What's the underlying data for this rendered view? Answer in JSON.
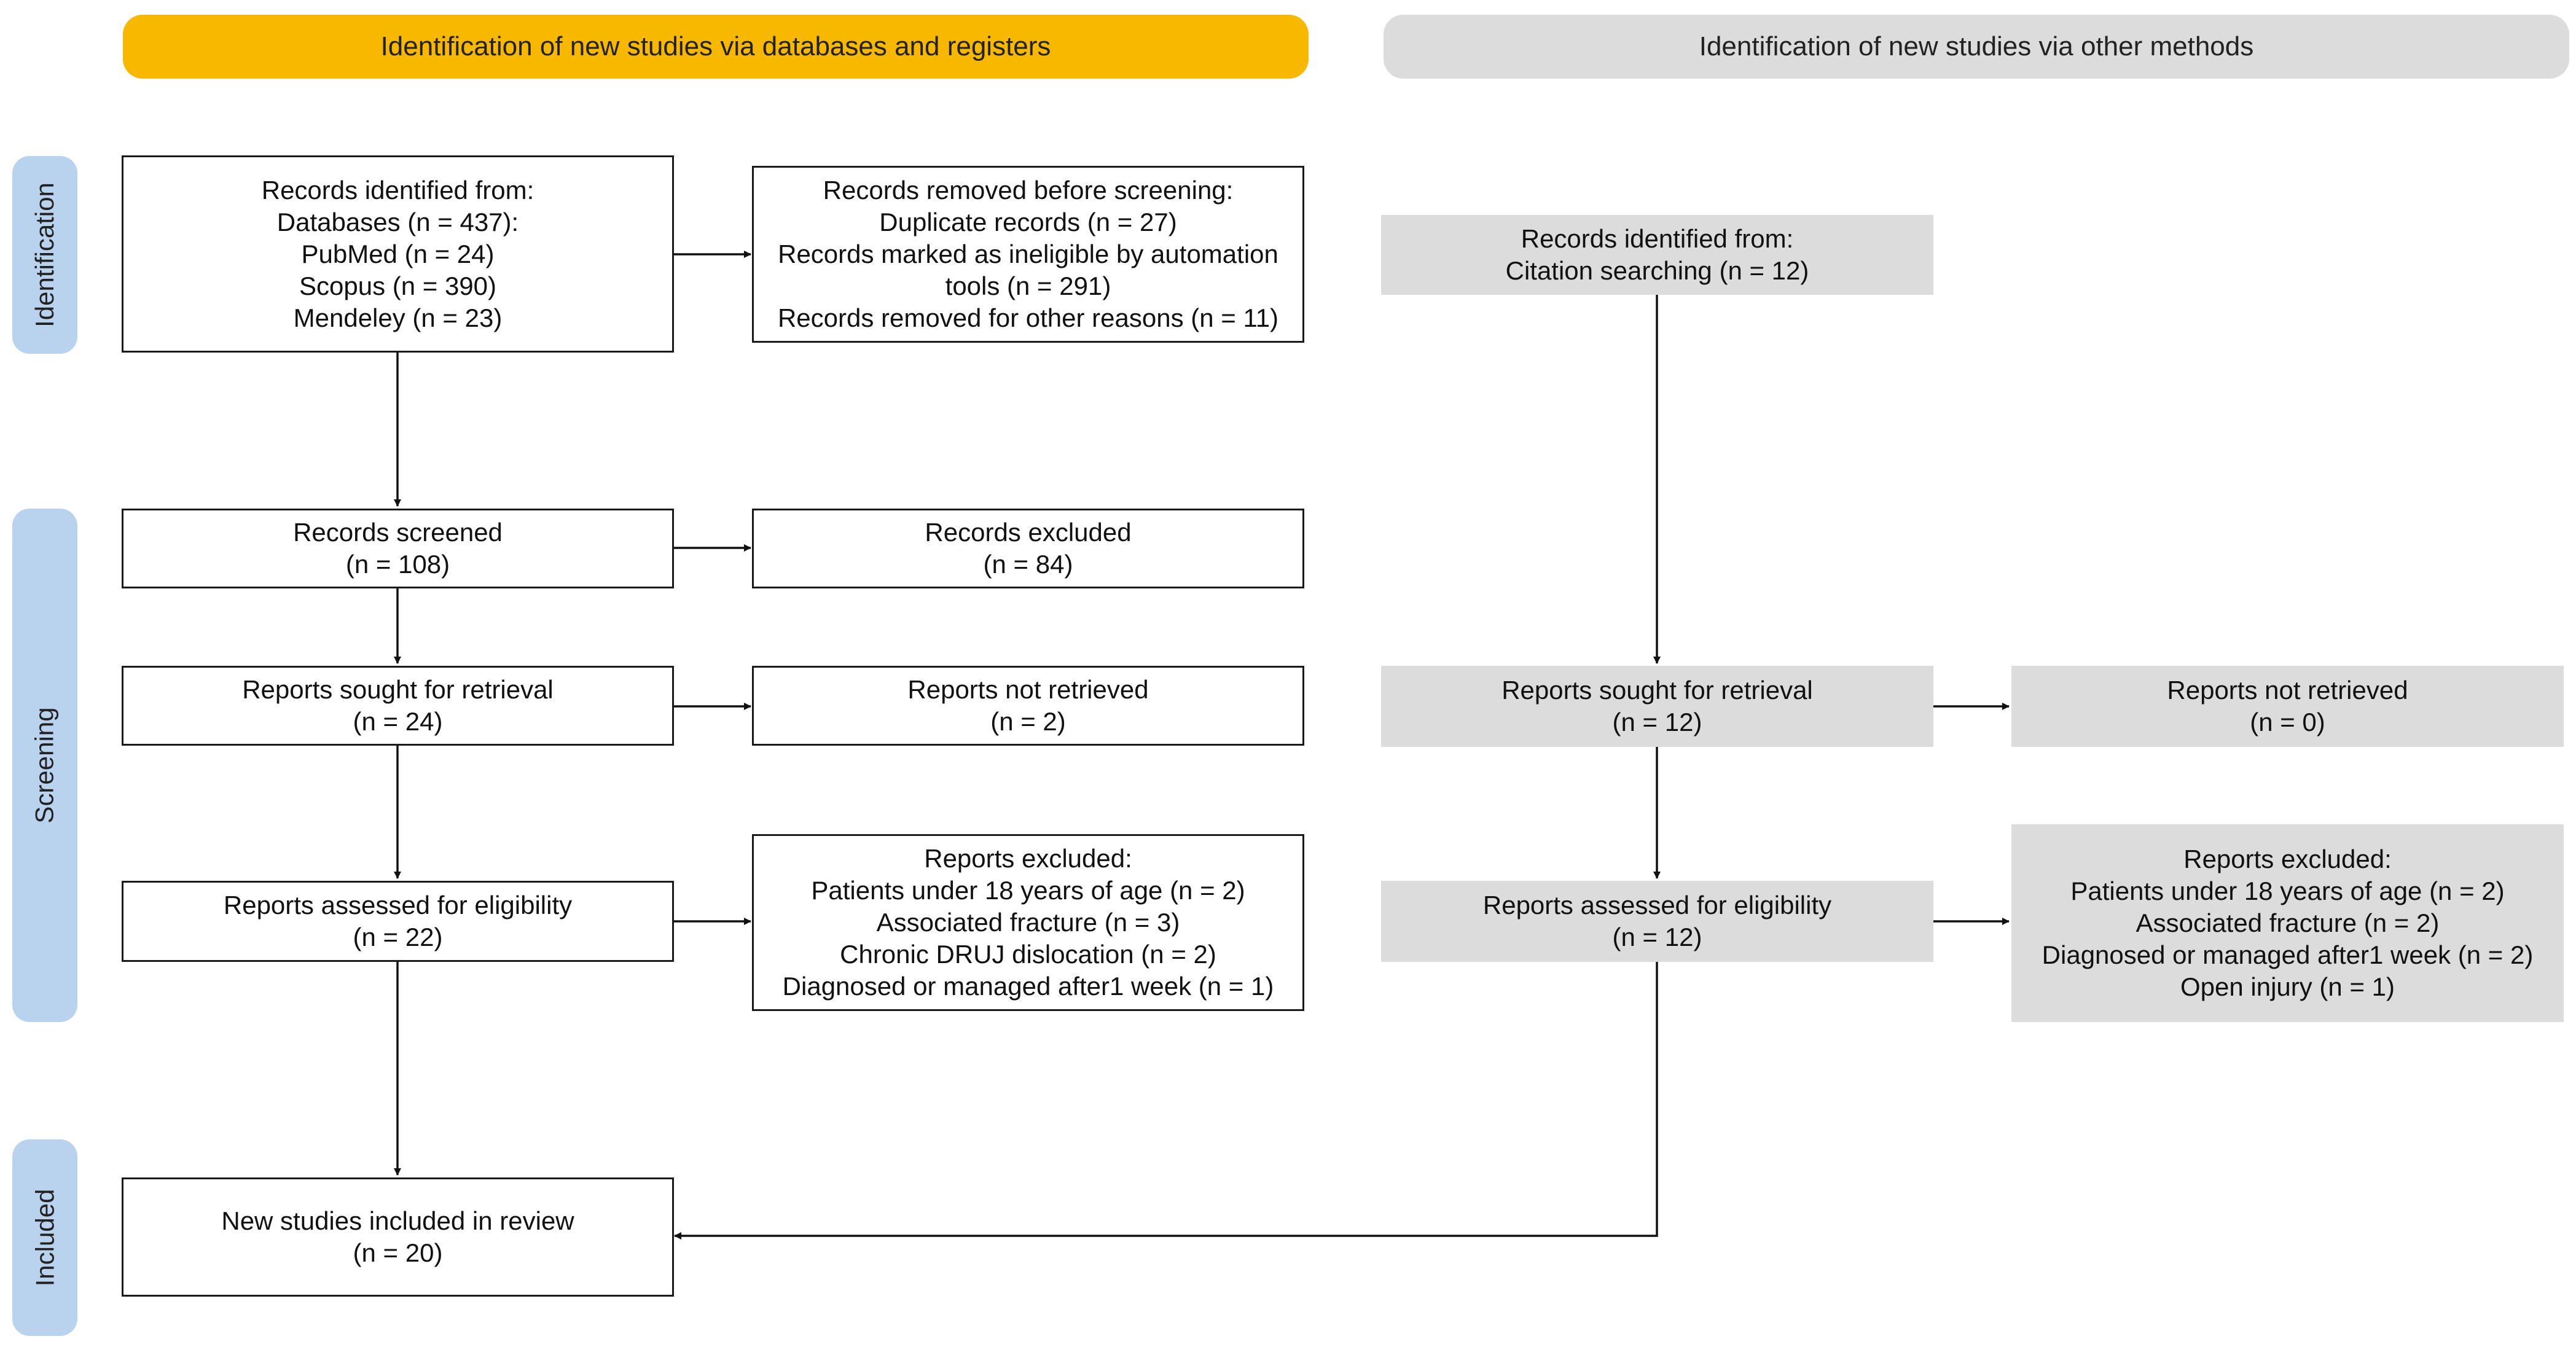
{
  "banners": {
    "left": "Identification of new studies via databases and registers",
    "right": "Identification of new studies via other methods"
  },
  "phases": {
    "identification": "Identification",
    "screening": "Screening",
    "included": "Included"
  },
  "left": {
    "identified": [
      "Records identified from:",
      "Databases (n = 437):",
      "PubMed (n = 24)",
      "Scopus (n = 390)",
      "Mendeley (n = 23)"
    ],
    "removed": [
      "Records removed before screening:",
      "Duplicate records (n = 27)",
      "Records marked as ineligible by automation",
      "tools (n = 291)",
      "Records removed for other reasons (n = 11)"
    ],
    "screened": [
      "Records screened",
      "(n = 108)"
    ],
    "excluded": [
      "Records excluded",
      "(n = 84)"
    ],
    "sought": [
      "Reports sought for retrieval",
      "(n = 24)"
    ],
    "not_retrieved": [
      "Reports not retrieved",
      "(n = 2)"
    ],
    "assessed": [
      "Reports assessed for eligibility",
      "(n = 22)"
    ],
    "reports_excluded": [
      "Reports excluded:",
      "Patients under 18 years of age (n = 2)",
      "Associated fracture (n = 3)",
      "Chronic DRUJ dislocation (n = 2)",
      "Diagnosed or managed after1 week (n = 1)"
    ],
    "included": [
      "New studies included in review",
      "(n = 20)"
    ]
  },
  "right": {
    "identified": [
      "Records identified from:",
      "Citation searching (n = 12)"
    ],
    "sought": [
      "Reports sought for retrieval",
      "(n = 12)"
    ],
    "not_retrieved": [
      "Reports not retrieved",
      "(n = 0)"
    ],
    "assessed": [
      "Reports assessed for eligibility",
      "(n = 12)"
    ],
    "reports_excluded": [
      "Reports excluded:",
      "Patients under 18 years of age (n = 2)",
      "Associated fracture (n = 2)",
      "Diagnosed or managed after1 week (n = 2)",
      "Open injury (n = 1)"
    ]
  },
  "colors": {
    "banner_left": "#F8B800",
    "banner_right": "#DCDCDC",
    "phase": "#B9D3EE",
    "grey_box": "#DCDCDC"
  }
}
